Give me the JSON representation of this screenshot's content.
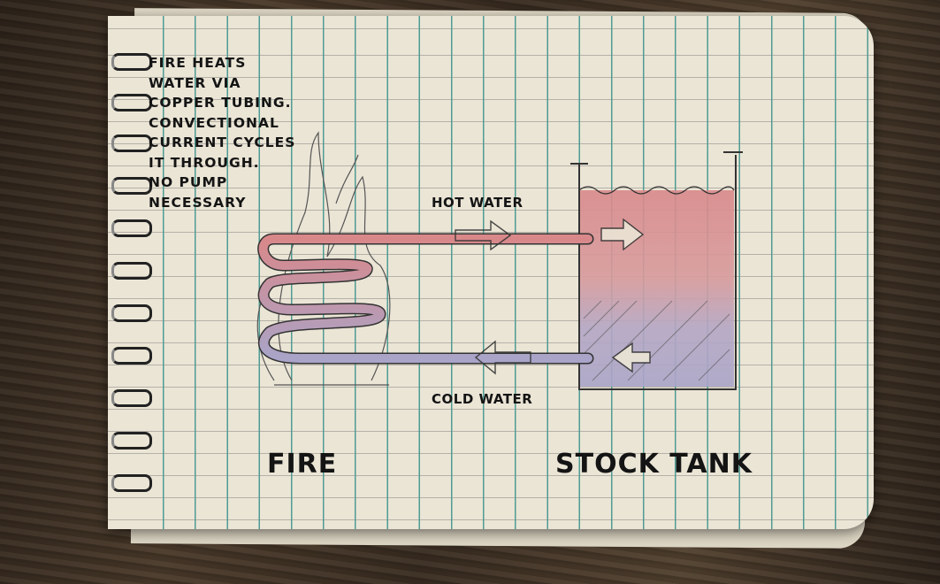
{
  "note_lines": [
    "FIRE HEATS",
    "WATER VIA",
    "COPPER TUBING.",
    "CONVECTIONAL",
    "CURRENT CYCLES",
    "IT THROUGH.",
    "NO PUMP",
    "NECESSARY"
  ],
  "hot_water_label": "HOT WATER",
  "cold_water_label": "COLD WATER",
  "fire_label": "FIRE",
  "tank_label": "STOCK TANK",
  "colors": {
    "hot": "#d9888a",
    "cold": "#a9a4c8",
    "grid": "#4f9c93",
    "paper": "#ebe5d6"
  }
}
